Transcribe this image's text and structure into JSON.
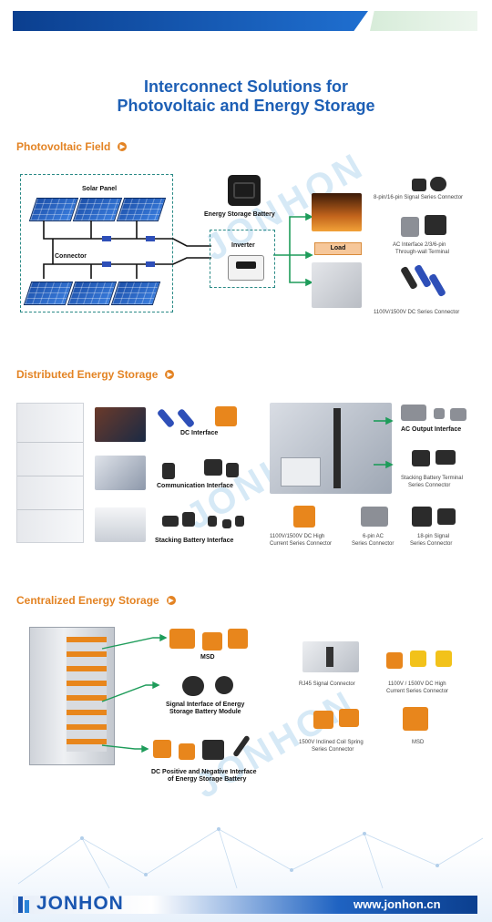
{
  "title": {
    "line1": "Interconnect Solutions for",
    "line2": "Photovoltaic and Energy Storage"
  },
  "watermark": "JONHON",
  "sections": {
    "pv": "Photovoltaic Field",
    "distributed": "Distributed Energy Storage",
    "centralized": "Centralized Energy Storage"
  },
  "pv": {
    "solar_panel": "Solar Panel",
    "connector": "Connector",
    "battery": "Energy Storage Battery",
    "inverter": "Inverter",
    "load": "Load",
    "cap1": "8-pin/16-pin Signal Series Connector",
    "cap2a": "AC Interface 2/3/6-pin",
    "cap2b": "Through-wall Terminal",
    "cap3": "1100V/1500V DC Series Connector"
  },
  "dist": {
    "dc": "DC Interface",
    "comm": "Communication Interface",
    "stack": "Stacking Battery Interface",
    "ac_out": "AC Output Interface",
    "stack_term_a": "Stacking Battery Terminal",
    "stack_term_b": "Series Connector",
    "c1a": "1100V/1500V DC High",
    "c1b": "Current Series Connector",
    "c2a": "6-pin AC",
    "c2b": "Series Connector",
    "c3a": "18-pin Signal",
    "c3b": "Series Connector"
  },
  "cent": {
    "msd": "MSD",
    "signal_a": "Signal Interface of Energy",
    "signal_b": "Storage Battery Module",
    "dcpn_a": "DC Positive and Negative Interface",
    "dcpn_b": "of Energy Storage Battery",
    "rj45": "RJ45 Signal Connector",
    "hv_a": "1100V / 1500V DC High",
    "hv_b": "Current Series Connector",
    "coil_a": "1500V Inclined Coil Spring",
    "coil_b": "Series Connector",
    "msd2": "MSD"
  },
  "footer": {
    "brand": "JONHON",
    "website": "www.jonhon.cn"
  },
  "colors": {
    "accent_orange": "#e38323",
    "brand_blue": "#1d5fb5",
    "flow_green": "#1e9c5a"
  }
}
